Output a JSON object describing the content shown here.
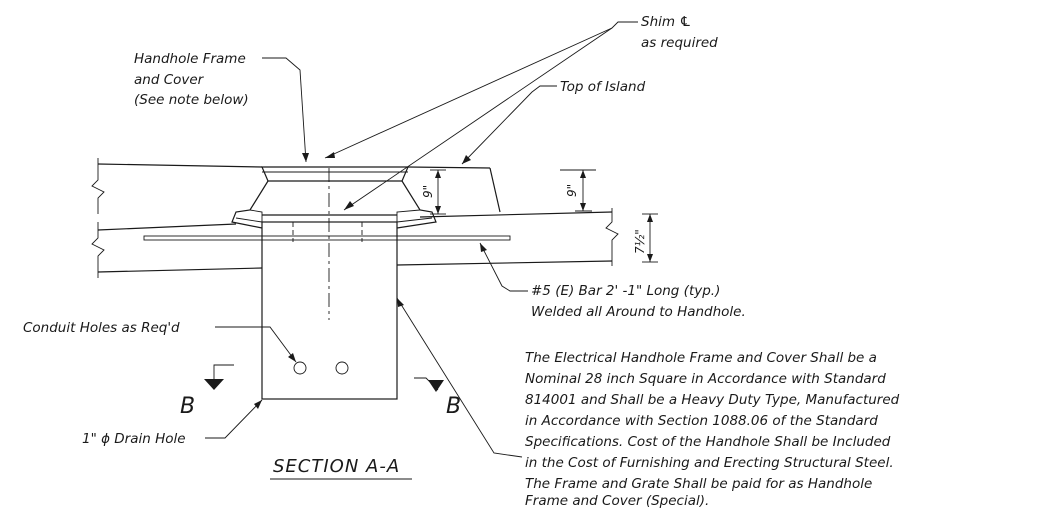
{
  "labels": {
    "shim_line1": "Shim ℄",
    "shim_line2": "as required",
    "handhole_line1": "Handhole Frame",
    "handhole_line2": "and Cover",
    "handhole_line3": "(See note below)",
    "top_island": "Top of Island",
    "bar_line1": "#5 (E) Bar 2' -1\" Long (typ.)",
    "bar_line2": "Welded all Around to Handhole.",
    "conduit": "Conduit Holes as Req'd",
    "drain": "1\" ϕ Drain Hole",
    "section_title": "SECTION A-A",
    "section_b_left": "B",
    "section_b_right": "B"
  },
  "dimensions": {
    "depth_left": "9\"",
    "depth_right": "9\"",
    "slab_thickness": "7½\""
  },
  "note": {
    "lines": [
      "The Electrical Handhole Frame and Cover Shall be a",
      "Nominal 28 inch Square in Accordance with Standard",
      "814001 and Shall be a Heavy Duty Type, Manufactured",
      "in Accordance with Section 1088.06 of the Standard",
      "Specifications. Cost of the Handhole Shall be Included",
      "in the Cost of Furnishing and Erecting Structural Steel.",
      "The Frame and Grate Shall be paid for as Handhole",
      "Frame and Cover (Special)."
    ]
  }
}
